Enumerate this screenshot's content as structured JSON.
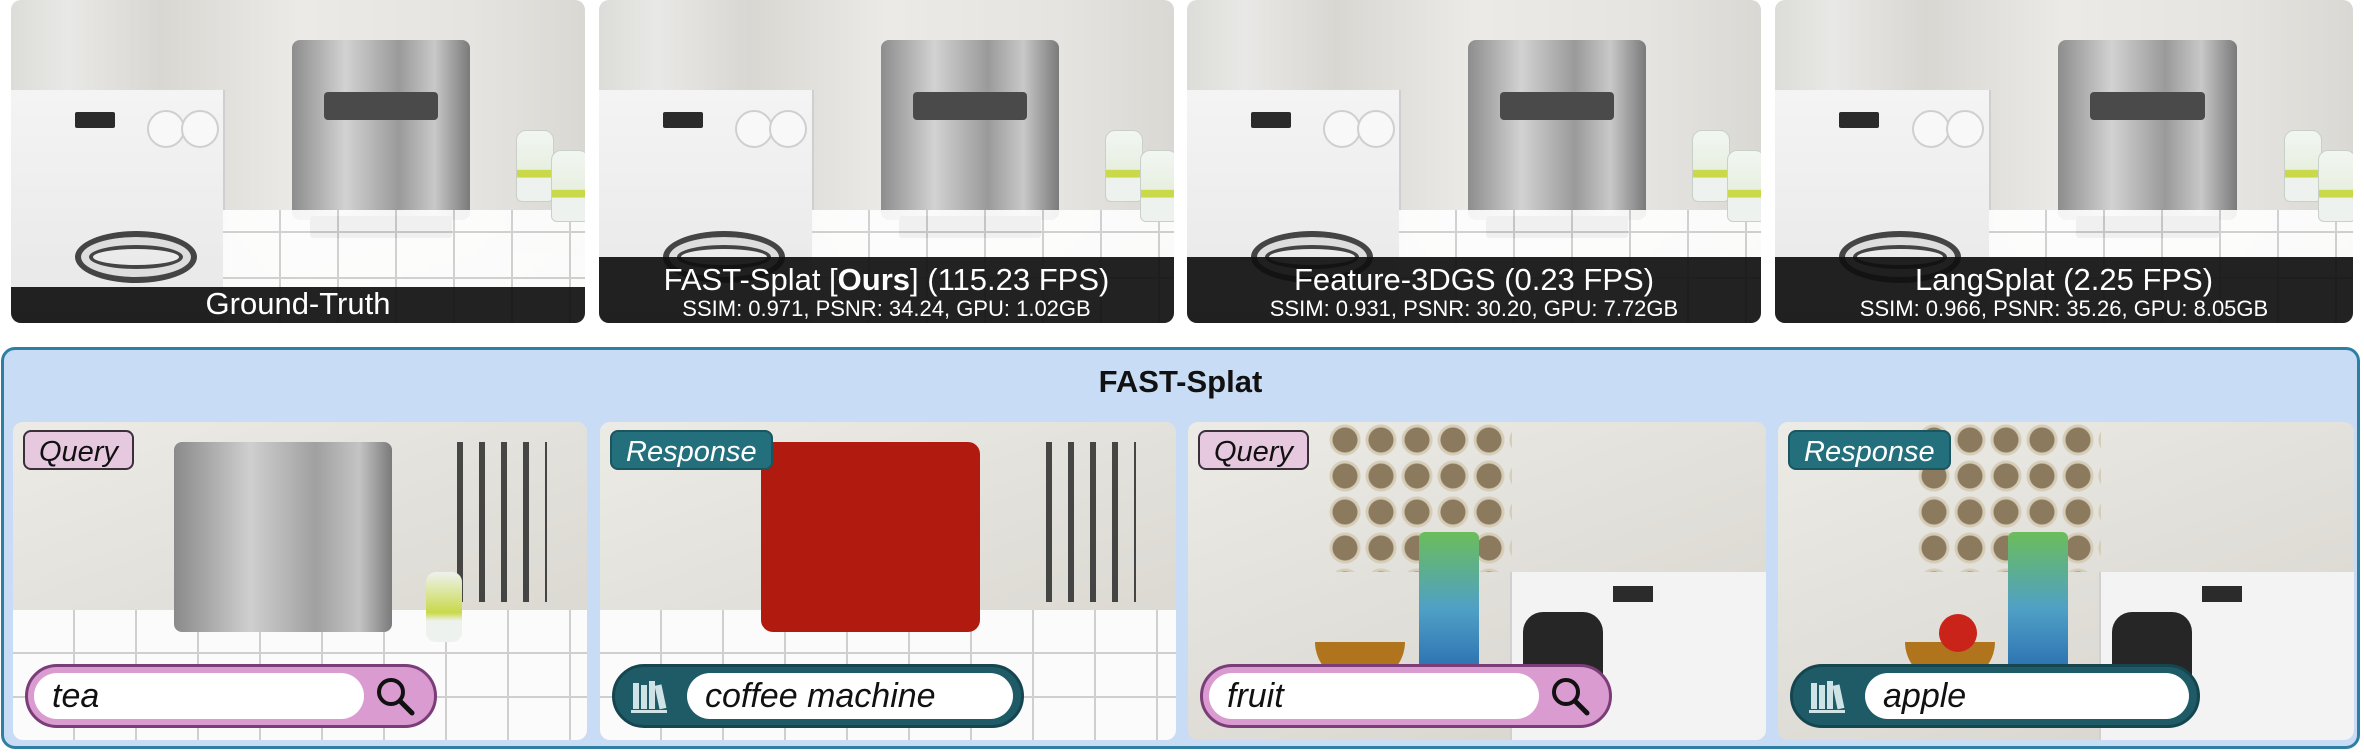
{
  "top_row": [
    {
      "caption": "Ground-Truth",
      "metrics": ""
    },
    {
      "caption_prefix": "FAST-Splat [",
      "caption_bold": "Ours",
      "caption_suffix": "] (115.23 FPS)",
      "metrics": "SSIM: 0.971, PSNR: 34.24, GPU: 1.02GB"
    },
    {
      "caption": "Feature-3DGS (0.23 FPS)",
      "metrics": "SSIM: 0.931, PSNR: 30.20, GPU: 7.72GB"
    },
    {
      "caption": "LangSplat (2.25 FPS)",
      "metrics": "SSIM: 0.966, PSNR: 35.26, GPU: 8.05GB"
    }
  ],
  "panel": {
    "title": "FAST-Splat",
    "tiles": [
      {
        "badge": "Query",
        "search_text": "tea",
        "icon": "magnifier-icon"
      },
      {
        "badge": "Response",
        "search_text": "coffee machine",
        "icon": "books-icon"
      },
      {
        "badge": "Query",
        "search_text": "fruit",
        "icon": "magnifier-icon"
      },
      {
        "badge": "Response",
        "search_text": "apple",
        "icon": "books-icon"
      }
    ]
  },
  "colors": {
    "panel_bg": "#c9dcf5",
    "panel_border": "#2f7fa3",
    "query_badge": "#e6c9df",
    "response_badge": "#236f7c",
    "query_bar": "#d99bd0",
    "response_bar": "#1e5b67",
    "highlight": "#b01a0f"
  }
}
